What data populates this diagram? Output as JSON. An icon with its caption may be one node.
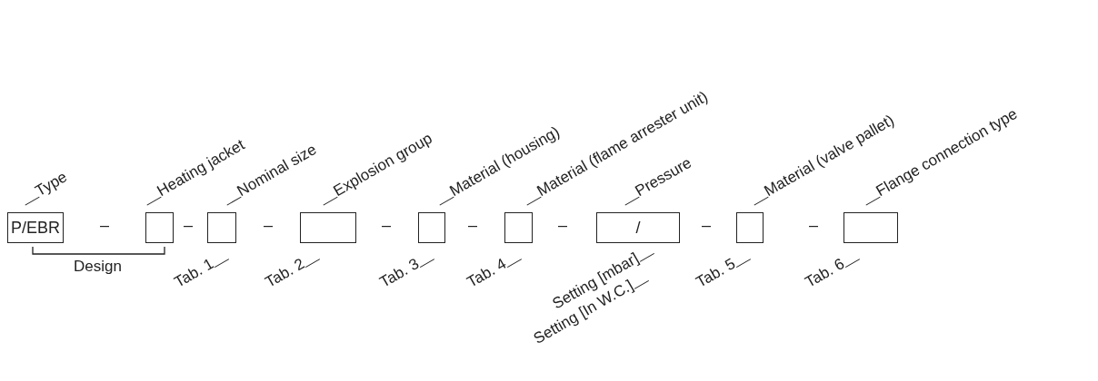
{
  "diagram": {
    "nodes": [
      {
        "text": [
          "P/EBR"
        ]
      },
      {
        "text": [],
        "shape": "box"
      },
      {
        "text": [],
        "shape": "box"
      },
      {
        "text": [],
        "shape": "box"
      },
      {
        "text": [],
        "shape": "box"
      },
      {
        "text": [],
        "shape": "box"
      },
      {
        "text": [
          "/"
        ]
      },
      {
        "text": [],
        "shape": "box"
      },
      {
        "text": [],
        "shape": "box"
      }
    ],
    "edges": [],
    "labels": [
      "Type",
      "Heating jacket",
      "Nominal size",
      "Explosion group",
      "Material (housing)",
      "Material (flame arrester unit)",
      "Pressure",
      "Material (valve pallet)",
      "Flange connection type",
      "–",
      "–",
      "–",
      "–",
      "–",
      "–",
      "–",
      "–",
      "Design",
      "Tab. 1",
      "Tab. 2",
      "Tab. 3",
      "Tab. 4",
      "Setting [mbar]",
      "Setting [In W.C.]",
      "Tab. 5",
      "Tab. 6"
    ]
  }
}
